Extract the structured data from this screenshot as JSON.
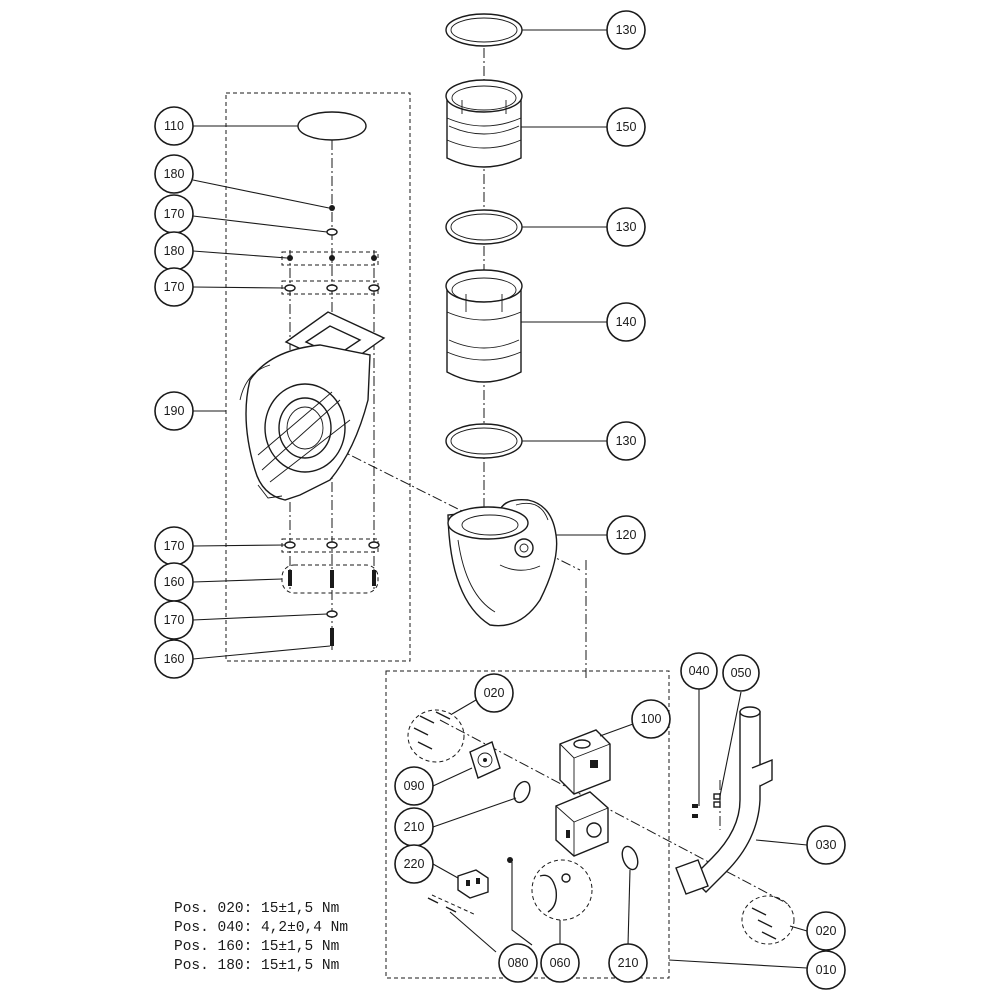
{
  "callouts": [
    {
      "label": "130"
    },
    {
      "label": "150"
    },
    {
      "label": "130"
    },
    {
      "label": "140"
    },
    {
      "label": "130"
    },
    {
      "label": "120"
    },
    {
      "label": "110"
    },
    {
      "label": "180"
    },
    {
      "label": "170"
    },
    {
      "label": "180"
    },
    {
      "label": "170"
    },
    {
      "label": "190"
    },
    {
      "label": "170"
    },
    {
      "label": "160"
    },
    {
      "label": "170"
    },
    {
      "label": "160"
    },
    {
      "label": "020"
    },
    {
      "label": "100"
    },
    {
      "label": "040"
    },
    {
      "label": "050"
    },
    {
      "label": "090"
    },
    {
      "label": "210"
    },
    {
      "label": "030"
    },
    {
      "label": "220"
    },
    {
      "label": "020"
    },
    {
      "label": "080"
    },
    {
      "label": "060"
    },
    {
      "label": "210"
    },
    {
      "label": "010"
    }
  ],
  "torque_table": [
    {
      "text": "Pos. 020: 15±1,5 Nm"
    },
    {
      "text": "Pos. 040: 4,2±0,4 Nm"
    },
    {
      "text": "Pos. 160: 15±1,5 Nm"
    },
    {
      "text": "Pos. 180: 15±1,5 Nm"
    }
  ]
}
